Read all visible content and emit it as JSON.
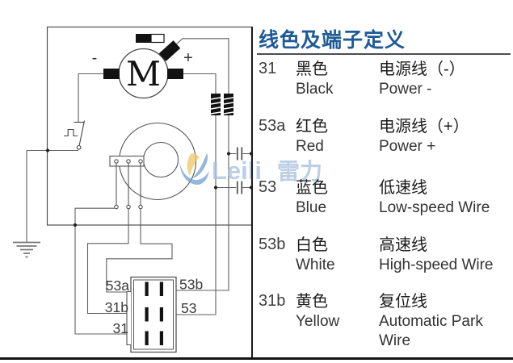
{
  "legend": {
    "title": "线色及端子定义",
    "title_color": "#1d5a96",
    "rows": [
      {
        "terminal": "31",
        "color_cn": "黑色",
        "color_en": "Black",
        "desc_cn": "电源线（-）",
        "desc_en": "Power -"
      },
      {
        "terminal": "53a",
        "color_cn": "红色",
        "color_en": "Red",
        "desc_cn": "电源线（+）",
        "desc_en": "Power +"
      },
      {
        "terminal": "53",
        "color_cn": "蓝色",
        "color_en": "Blue",
        "desc_cn": "低速线",
        "desc_en": "Low-speed Wire"
      },
      {
        "terminal": "53b",
        "color_cn": "白色",
        "color_en": "White",
        "desc_cn": "高速线",
        "desc_en": "High-speed Wire"
      },
      {
        "terminal": "31b",
        "color_cn": "黄色",
        "color_en": "Yellow",
        "desc_cn": "复位线",
        "desc_en": "Automatic Park Wire"
      }
    ]
  },
  "watermark": {
    "latin": "Leili",
    "cn": "雷力",
    "text_color": "#a4bedd",
    "logo_blue": "#6f9fd2",
    "logo_yellow": "#eec863"
  },
  "diagram": {
    "motor_label": "M",
    "polarity": {
      "minus": "-",
      "plus": "+"
    },
    "connector_pins": {
      "top_left": "53a",
      "top_right": "53b",
      "mid_left": "31b",
      "mid_right": "53",
      "bottom_left": "31"
    }
  }
}
